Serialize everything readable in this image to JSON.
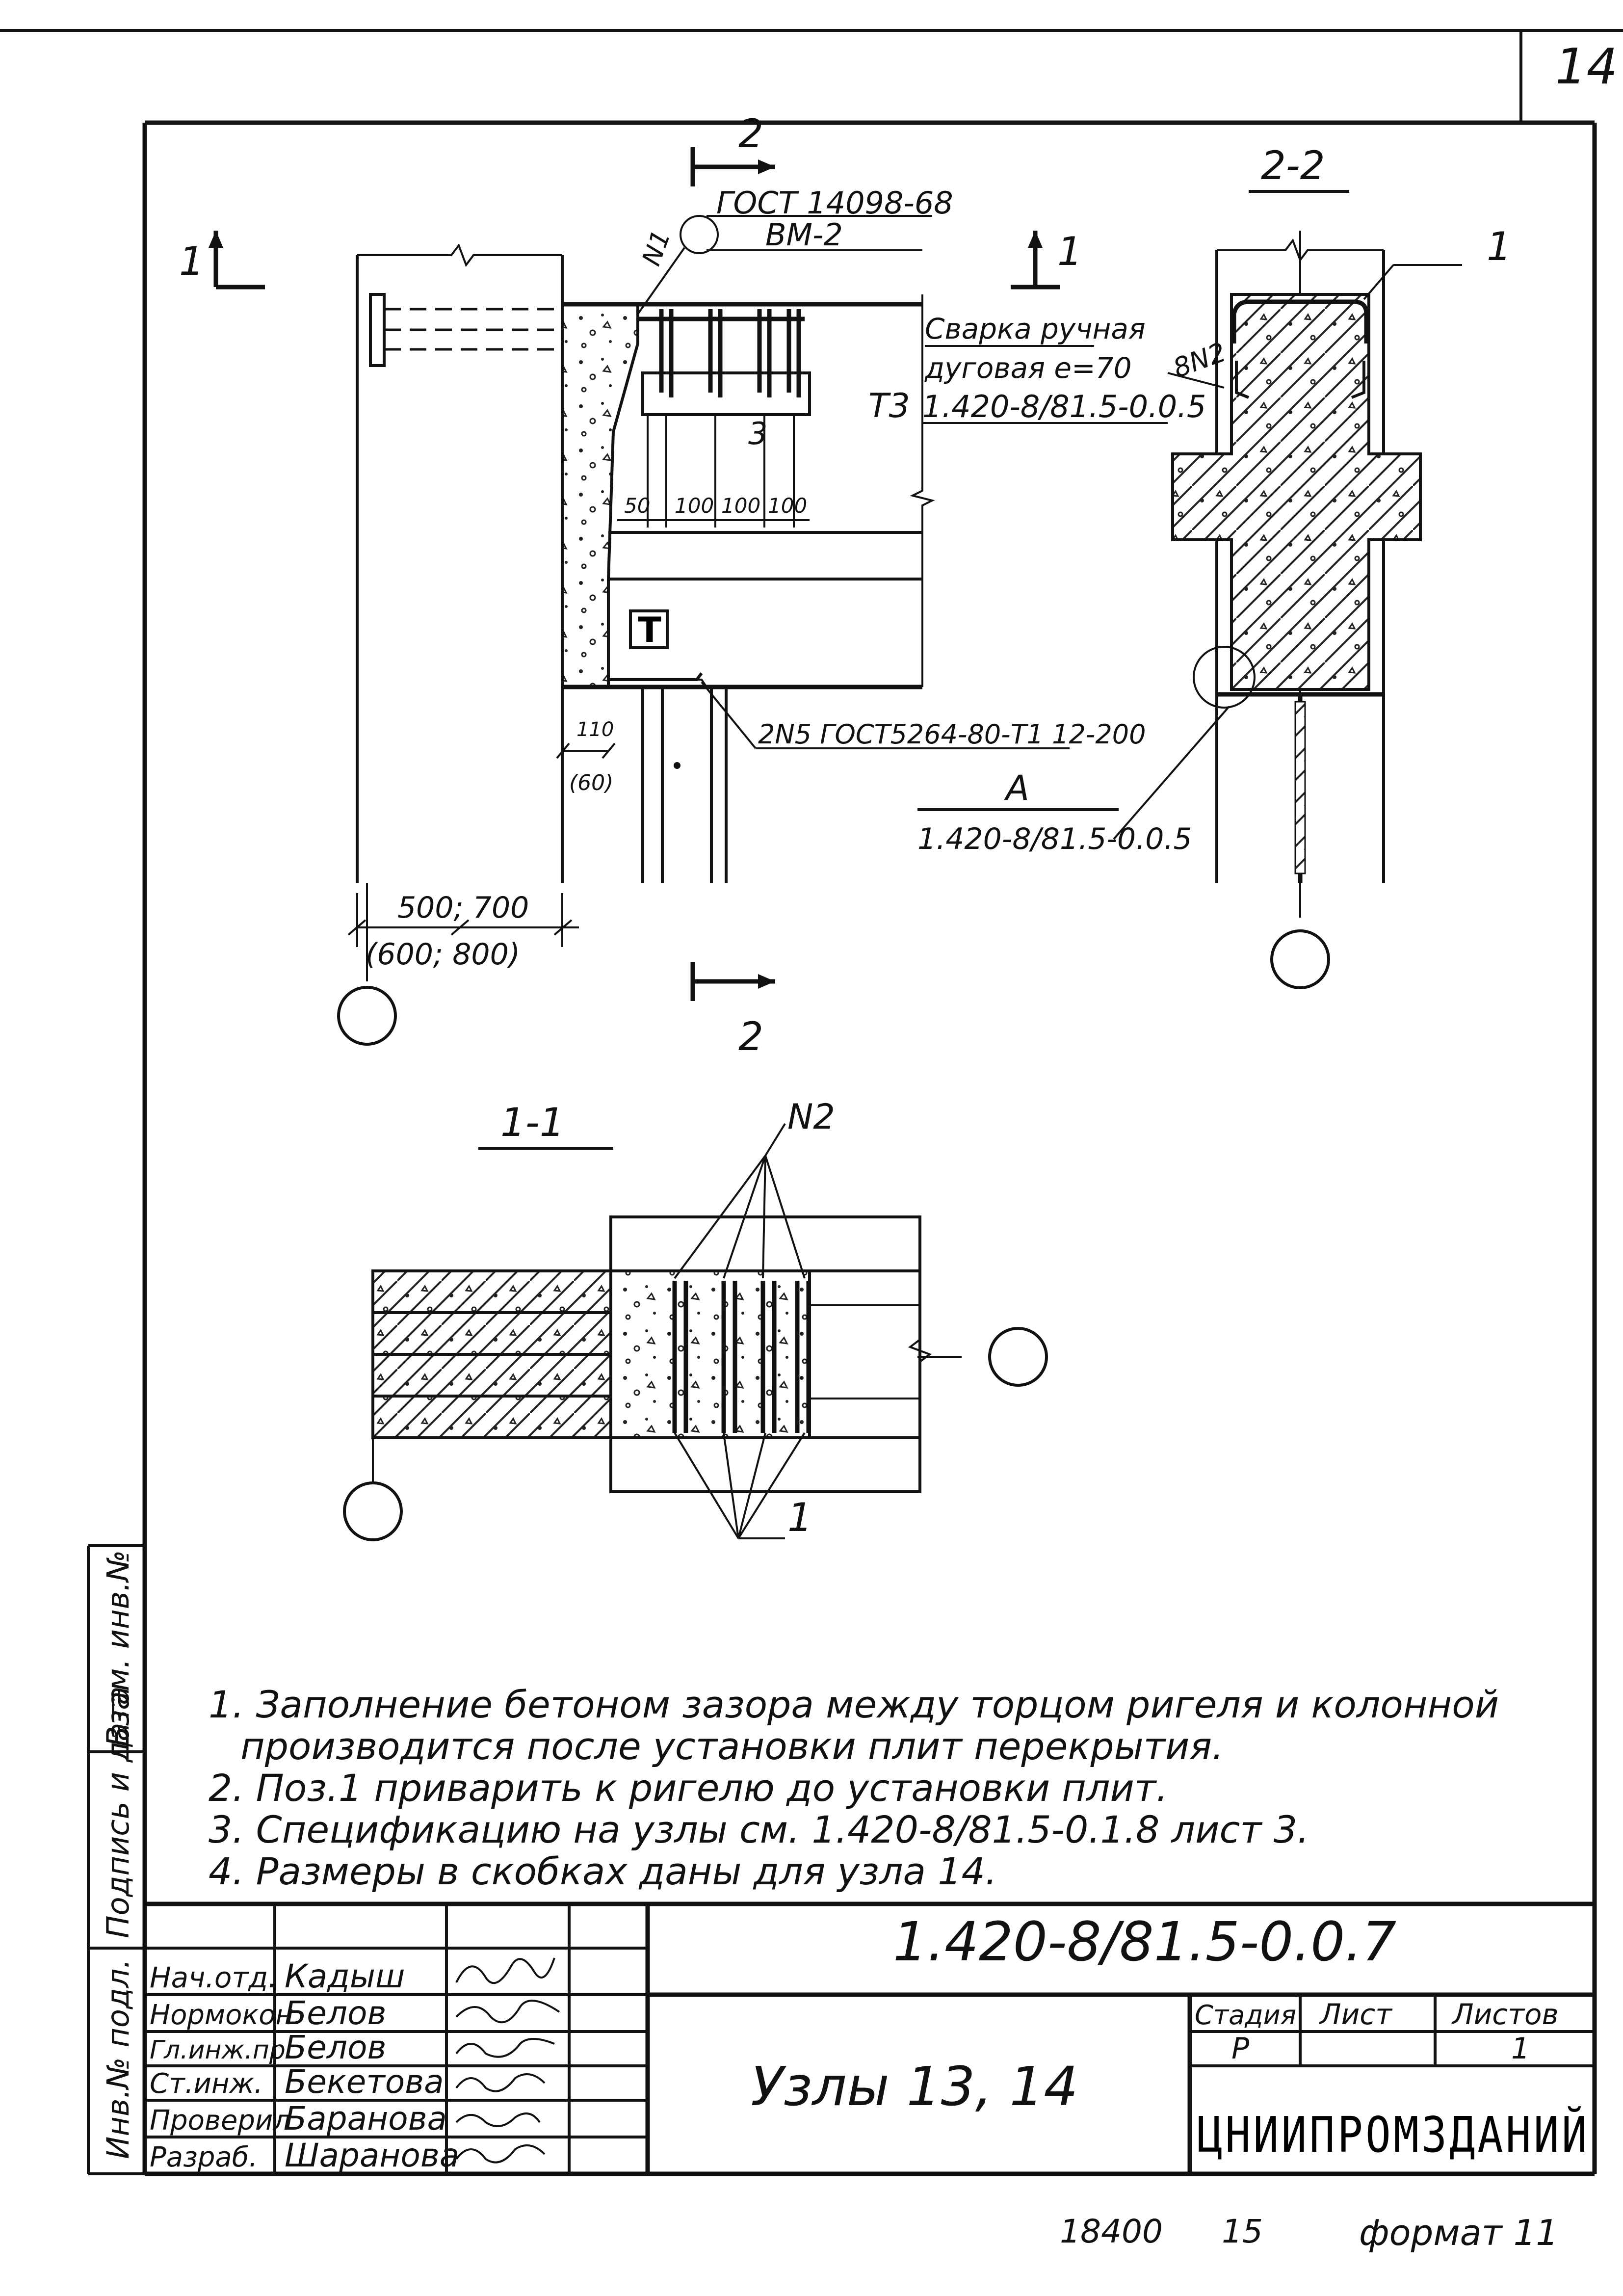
{
  "sheet": {
    "page_number": "14",
    "document_code": "1.420-8/81.5-0.0.7",
    "title": "Узлы 13, 14",
    "organization": "ЦНИИПРОМЗДАНИЙ",
    "footer": {
      "number": "18400",
      "count": "15",
      "format": "формат 11"
    }
  },
  "left_margin": {
    "inv_podl": "Инв.№ подл.",
    "podpis_data": "Подпись и дата",
    "vzam_inv": "Взам. инв.№"
  },
  "title_block": {
    "roles": [
      {
        "role": "Нач.отд.",
        "name": "Кадыш"
      },
      {
        "role": "Нормокон.",
        "name": "Белов"
      },
      {
        "role": "Гл.инж.пр.",
        "name": "Белов"
      },
      {
        "role": "Ст.инж.",
        "name": "Бекетова"
      },
      {
        "role": "Проверил",
        "name": "Баранова"
      },
      {
        "role": "Разраб.",
        "name": "Шаранова"
      }
    ],
    "stage_header": "Стадия",
    "sheet_header": "Лист",
    "sheets_header": "Листов",
    "stage_value": "Р",
    "sheets_value": "1"
  },
  "drawing": {
    "section_2": "2",
    "section_1": "1",
    "section_2_2": "2-2",
    "section_1_1": "1-1",
    "gost_14098": "ГОСТ 14098-68",
    "weld_vm": "ВМ-2",
    "weld_n1": "N1",
    "weld_manual_1": "Сварка ручная",
    "weld_manual_2": "дуговая е=70",
    "ref_0_0_5": "1.420-8/81.5-0.0.5",
    "ref_t3": "Т3",
    "item_8n2": "8N2",
    "dim_50": "50",
    "dim_100a": "100",
    "dim_100b": "100",
    "dim_100c": "100",
    "mark_3": "3",
    "mark_t": "Т",
    "weld_bottom": "2N5 ГОСТ5264-80-Т1 12-200",
    "node_a": "А",
    "node_a_ref": "1.420-8/81.5-0.0.5",
    "dim_110": "110",
    "dim_60": "(60)",
    "dim_500_700": "500; 700",
    "dim_600_800": "(600; 800)",
    "label_n2": "N2",
    "label_1a": "1",
    "label_1b": "1"
  },
  "notes": [
    "1. Заполнение бетоном зазора между торцом ригеля и колонной",
    "производится после установки плит перекрытия.",
    "2. Поз.1 приварить к ригелю до установки плит.",
    "3. Спецификацию на узлы см. 1.420-8/81.5-0.1.8  лист 3.",
    "4. Размеры в скобках даны для узла 14."
  ]
}
